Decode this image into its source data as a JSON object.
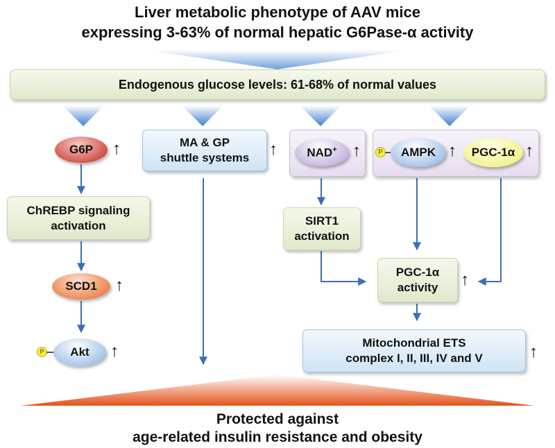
{
  "title": {
    "line1": "Liver metabolic phenotype of AAV mice",
    "line2": "expressing 3-63% of normal hepatic G6Pase-α activity"
  },
  "glucose_box": "Endogenous glucose levels:  61-68% of normal values",
  "left_column": {
    "g6p": "G6P",
    "chrebp": [
      "ChREBP signaling",
      "activation"
    ],
    "scd1": "SCD1",
    "akt": "Akt"
  },
  "shuttle_box": [
    "MA & GP",
    "shuttle systems"
  ],
  "nad": {
    "base": "NAD",
    "sup": "+"
  },
  "ampk": "AMPK",
  "pgc": "PGC-1α",
  "sirt1": [
    "SIRT1",
    "activation"
  ],
  "pgc_activity": [
    "PGC-1α",
    "activity"
  ],
  "mito": [
    "Mitochondrial ETS",
    "complex I, II, III, IV and V"
  ],
  "up_arrow": "↑",
  "phospho": "P",
  "bottom": {
    "line1": "Protected against",
    "line2": "age-related insulin resistance and obesity"
  }
}
